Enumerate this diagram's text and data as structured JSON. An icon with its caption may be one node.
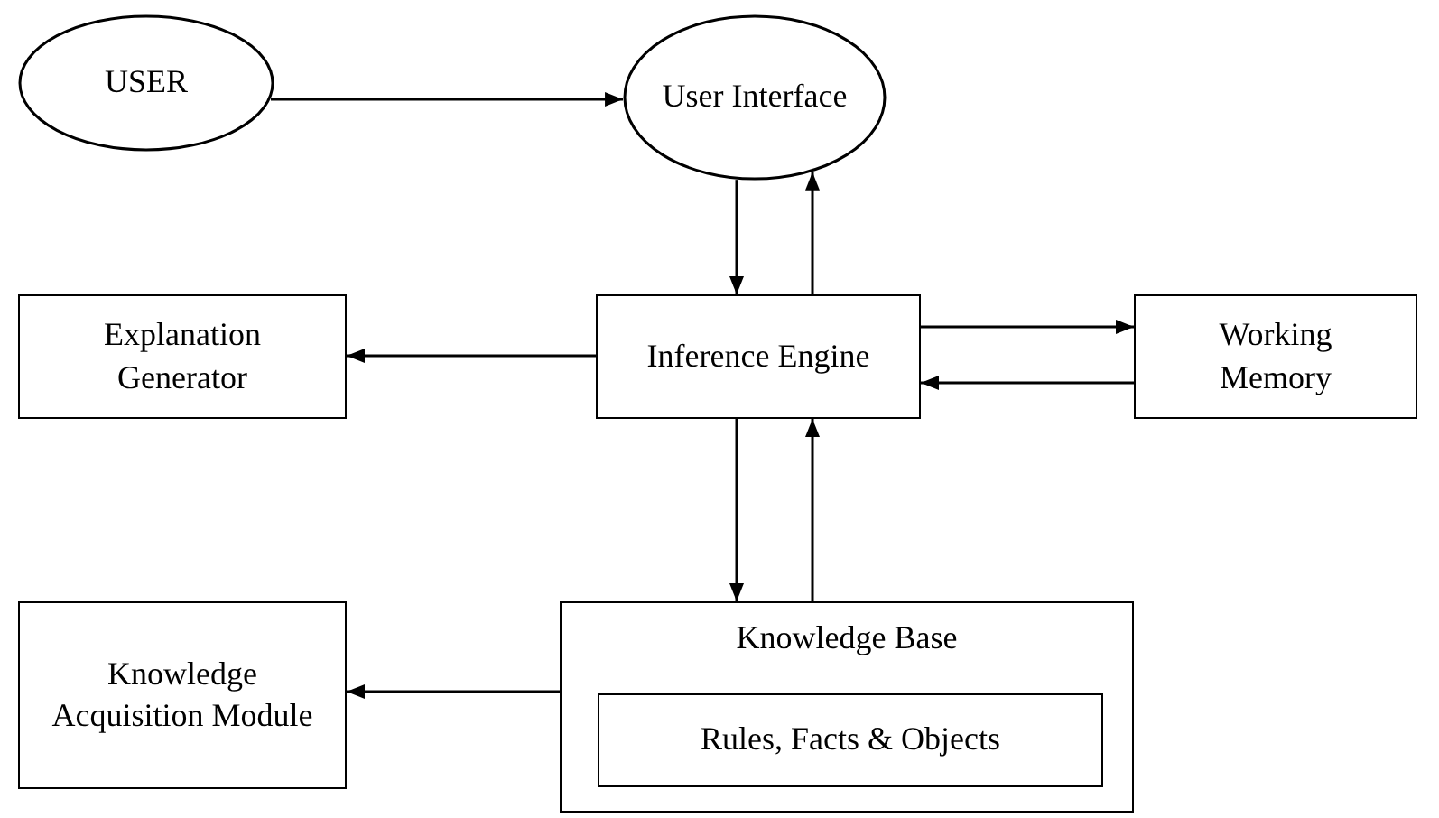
{
  "diagram": {
    "nodes": [
      {
        "text": [
          "USER"
        ]
      },
      {
        "text": [
          "User Interface"
        ]
      },
      {
        "text": [
          "Explanation Generator"
        ]
      },
      {
        "text": [
          "Inference Engine"
        ]
      },
      {
        "text": [
          "Working Memory"
        ]
      },
      {
        "text": [
          "Knowledge Acquisition Module"
        ]
      },
      {
        "text": [
          "Knowledge Base"
        ]
      },
      {
        "text": [
          "Rules, Facts & Objects"
        ],
        "in": 6
      }
    ],
    "edges": [
      {
        "from": 0,
        "to": 1,
        "arrow": "to"
      },
      {
        "from": 1,
        "to": 3,
        "arrow": "to"
      },
      {
        "from": 3,
        "to": 1,
        "arrow": "to"
      },
      {
        "from": 3,
        "to": 2,
        "arrow": "to"
      },
      {
        "from": 3,
        "to": 4,
        "arrow": "to"
      },
      {
        "from": 4,
        "to": 3,
        "arrow": "to"
      },
      {
        "from": 3,
        "to": 6,
        "arrow": "to"
      },
      {
        "from": 6,
        "to": 3,
        "arrow": "to"
      },
      {
        "from": 6,
        "to": 5,
        "arrow": "to"
      }
    ]
  }
}
